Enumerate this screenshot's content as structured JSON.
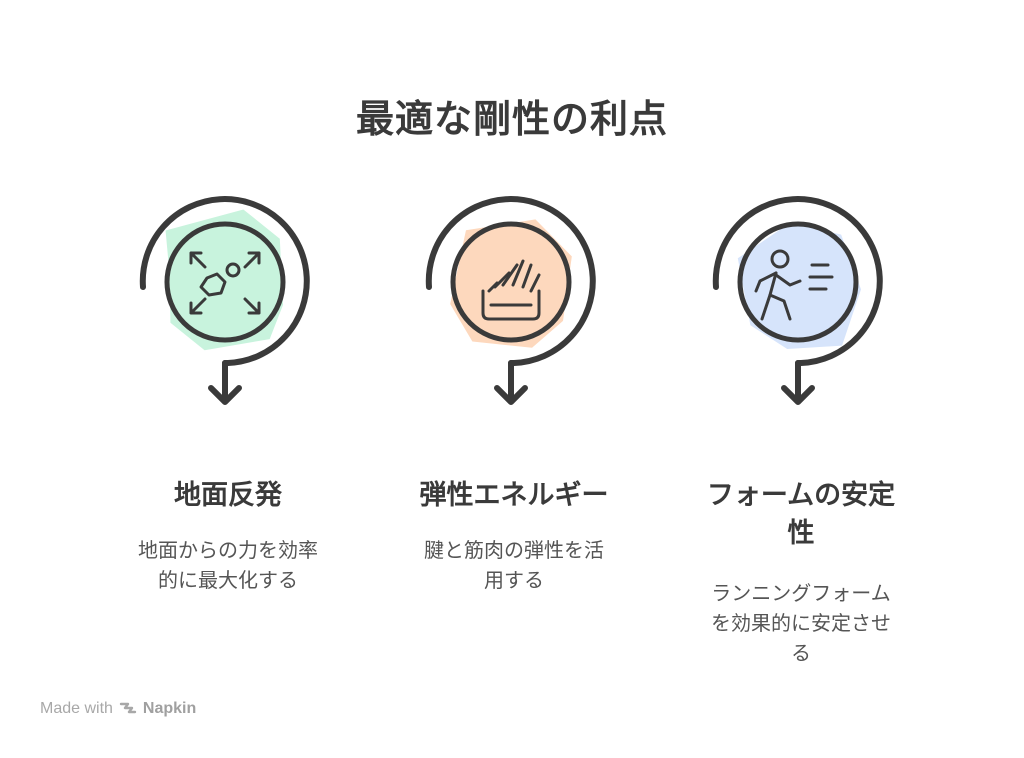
{
  "title": "最適な剛性の利点",
  "colors": {
    "ink": "#3a3a3a",
    "green": "#c8f3dd",
    "orange": "#fdd8bd",
    "blue": "#d6e4fb"
  },
  "items": [
    {
      "icon": "expand-arrows-icon",
      "heading_lines": [
        "地面反発"
      ],
      "desc_lines": [
        "地面からの力を効率",
        "的に最大化する"
      ]
    },
    {
      "icon": "spring-energy-icon",
      "heading_lines": [
        "弾性エネルギー"
      ],
      "desc_lines": [
        "腱と筋肉の弾性を活",
        "用する"
      ]
    },
    {
      "icon": "running-person-icon",
      "heading_lines": [
        "フォームの安定",
        "性"
      ],
      "desc_lines": [
        "ランニングフォーム",
        "を効果的に安定させ",
        "る"
      ]
    }
  ],
  "footer": {
    "made_with": "Made with",
    "brand": "Napkin",
    "logo_icon": "napkin-logo-icon"
  }
}
